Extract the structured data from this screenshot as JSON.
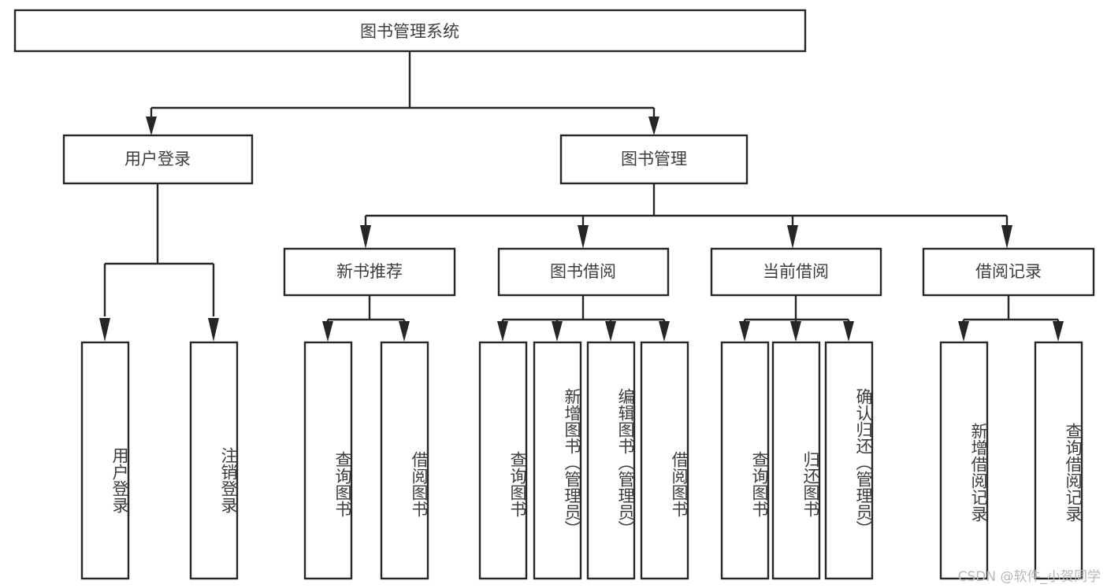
{
  "diagram": {
    "title": "图书管理系统",
    "type": "tree-hierarchy-chart",
    "root": {
      "id": "root",
      "label": "图书管理系统",
      "orientation": "horizontal"
    },
    "level1": [
      {
        "id": "user-login",
        "label": "用户登录",
        "orientation": "horizontal"
      },
      {
        "id": "book-management",
        "label": "图书管理",
        "orientation": "horizontal"
      }
    ],
    "level2": [
      {
        "id": "new-book-recommend",
        "label": "新书推荐",
        "parent": "book-management",
        "orientation": "horizontal"
      },
      {
        "id": "book-borrow",
        "label": "图书借阅",
        "parent": "book-management",
        "orientation": "horizontal"
      },
      {
        "id": "current-borrow",
        "label": "当前借阅",
        "parent": "book-management",
        "orientation": "horizontal"
      },
      {
        "id": "borrow-record",
        "label": "借阅记录",
        "parent": "book-management",
        "orientation": "horizontal"
      }
    ],
    "leaves": [
      {
        "id": "leaf-user-login",
        "label": "用户登录",
        "parent": "user-login",
        "orientation": "vertical"
      },
      {
        "id": "leaf-logout-login",
        "label": "注销登录",
        "parent": "user-login",
        "orientation": "vertical"
      },
      {
        "id": "leaf-query-book-1",
        "label": "查询图书",
        "parent": "new-book-recommend",
        "orientation": "vertical"
      },
      {
        "id": "leaf-borrow-book-1",
        "label": "借阅图书",
        "parent": "new-book-recommend",
        "orientation": "vertical"
      },
      {
        "id": "leaf-query-book-2",
        "label": "查询图书",
        "parent": "book-borrow",
        "orientation": "vertical"
      },
      {
        "id": "leaf-add-book",
        "label": "新增图书（管理员）",
        "parent": "book-borrow",
        "orientation": "vertical"
      },
      {
        "id": "leaf-edit-book",
        "label": "编辑图书（管理员）",
        "parent": "book-borrow",
        "orientation": "vertical"
      },
      {
        "id": "leaf-borrow-book-2",
        "label": "借阅图书",
        "parent": "book-borrow",
        "orientation": "vertical"
      },
      {
        "id": "leaf-query-book-3",
        "label": "查询图书",
        "parent": "current-borrow",
        "orientation": "vertical"
      },
      {
        "id": "leaf-return-book",
        "label": "归还图书",
        "parent": "current-borrow",
        "orientation": "vertical"
      },
      {
        "id": "leaf-confirm-return",
        "label": "确认归还（管理员）",
        "parent": "current-borrow",
        "orientation": "vertical"
      },
      {
        "id": "leaf-add-record",
        "label": "新增借阅记录",
        "parent": "borrow-record",
        "orientation": "vertical"
      },
      {
        "id": "leaf-query-record",
        "label": "查询借阅记录",
        "parent": "borrow-record",
        "orientation": "vertical"
      }
    ],
    "colors": {
      "background": "#ffffff",
      "box_fill": "#ffffff",
      "box_stroke": "#262626",
      "text": "#3d3d3d",
      "connector": "#262626",
      "watermark": "#b8b8b8"
    }
  },
  "watermark": {
    "text": "CSDN @软件_小贺同学"
  }
}
